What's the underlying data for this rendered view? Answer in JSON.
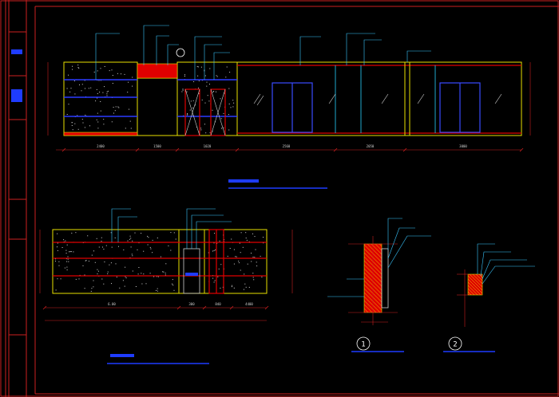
{
  "colors": {
    "background": "#000000",
    "frame": "#cc1f1f",
    "wall": "#e8e000",
    "hatch": "#cfcfcf",
    "rail": "#2b3bff",
    "accent_red": "#e00000",
    "door": "#3a4bff",
    "glass": "#2ad4ff",
    "leader": "#39c6ff",
    "title_underline": "#1e3cff",
    "callout_circle": "#ffffff",
    "dimension": "#cc1f1f"
  },
  "drawing": {
    "elevation_top": {
      "dimension_labels": [
        "2400",
        "1500",
        "1020",
        "2560",
        "2050",
        "3000"
      ]
    },
    "elevation_bottom": {
      "dimension_labels": [
        "6.00",
        "300",
        "840",
        "4400"
      ]
    },
    "detail_1": {
      "callout_number": "1"
    },
    "detail_2": {
      "callout_number": "2"
    }
  }
}
